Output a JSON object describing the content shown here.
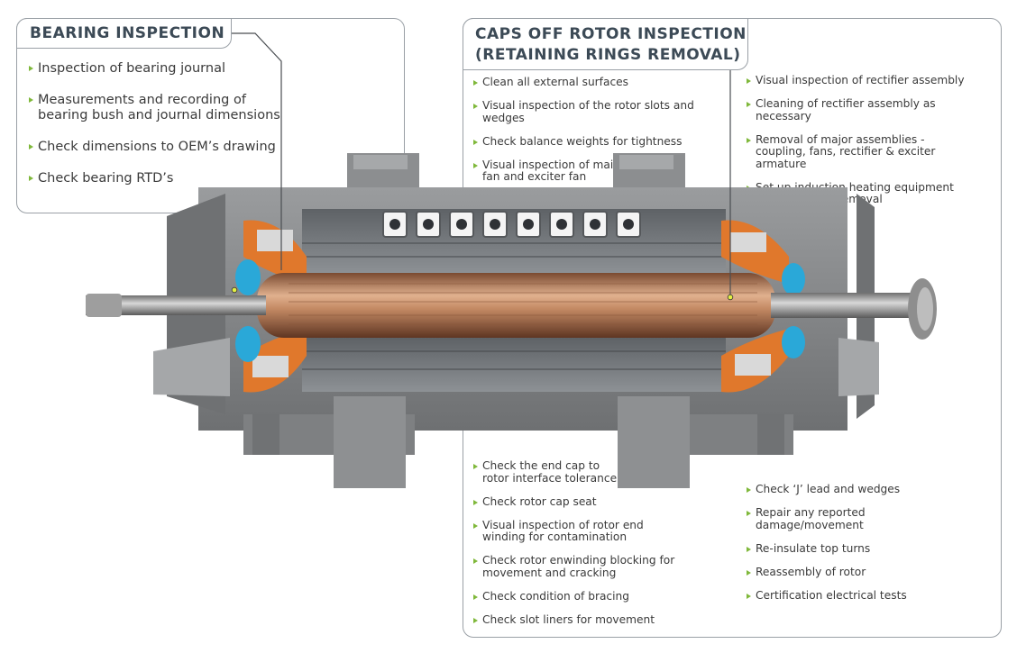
{
  "bearing": {
    "title": "BEARING INSPECTION",
    "items": [
      "Inspection of bearing journal",
      "Measurements and recording of bearing bush and journal dimensions",
      "Check dimensions to OEM’s drawing",
      "Check bearing RTD’s"
    ]
  },
  "caps": {
    "title_line1": "CAPS OFF ROTOR INSPECTION",
    "title_line2": "(RETAINING RINGS REMOVAL)",
    "top_left": [
      "Clean all external surfaces",
      "Visual inspection of the rotor slots and wedges",
      "Check balance weights for tightness",
      "Visual inspection of main fan and exciter fan"
    ],
    "top_right": [
      "Visual inspection of rectifier assembly",
      "Cleaning of rectifier assembly as necessary",
      "Removal of major assemblies - coupling, fans, rectifier & exciter armature",
      "Set up induction heating equipment for Rotor Caps removal"
    ],
    "bottom_left": [
      "Check the end cap to rotor interface tolerance",
      "Check rotor cap seat",
      "Visual inspection of rotor end winding for contamination",
      "Check rotor enwinding blocking for movement and cracking",
      "Check condition of bracing",
      "Check slot liners for movement"
    ],
    "bottom_right": [
      "Check ‘J’ lead and wedges",
      "Repair any reported damage/movement",
      "Re-insulate top turns",
      "Reassembly of rotor",
      "Certification electrical tests"
    ]
  },
  "colors": {
    "bullet": "#7fb83a",
    "border": "#9aa0a6",
    "title": "#3c4a56",
    "rotor": "#b07a58",
    "frame": "#8a8c8e",
    "winding": "#e0782c",
    "cooling": "#2aa8d8"
  }
}
